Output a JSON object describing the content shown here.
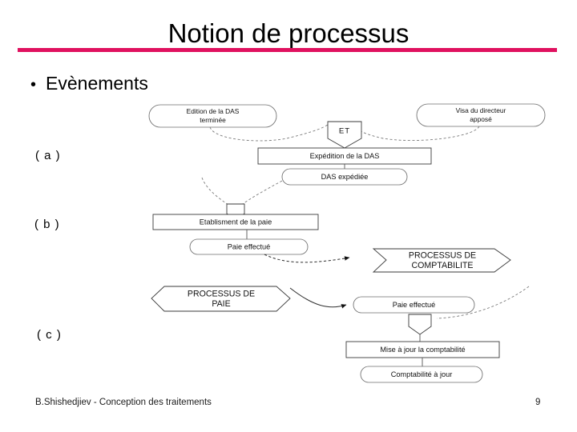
{
  "slide": {
    "title": "Notion de processus",
    "rule_color": "#e0115f",
    "page_number": "9",
    "footer": "B.Shishedjiev - Conception des traitements"
  },
  "bullets": [
    {
      "marker": "•",
      "label": "Evènements"
    }
  ],
  "row_labels": {
    "a": "( a )",
    "b": "( b )",
    "c": "( c )"
  },
  "diagram": {
    "nodes": {
      "edition_das": "Edition de la DAS\nterminée",
      "edition_das_line1": "Edition de la DAS",
      "edition_das_line2": "terminée",
      "visa_directeur_line1": "Visa du directeur",
      "visa_directeur_line2": "apposé",
      "synchro_et": "ET",
      "expedition_das": "Expédition de la DAS",
      "das_expediee": "DAS expédiée",
      "etablisment_paie": "Etablisment de la paie",
      "paie_effectue_b": "Paie effectué",
      "processus_comptabilite_line1": "PROCESSUS DE",
      "processus_comptabilite_line2": "COMPTABILITE",
      "processus_paie_line1": "PROCESSUS DE",
      "processus_paie_line2": "PAIE",
      "paie_effectue_c": "Paie effectué",
      "mise_a_jour": "Mise à jour la comptabilité",
      "comptabilite_a_jour": "Comptabilité à jour"
    }
  }
}
